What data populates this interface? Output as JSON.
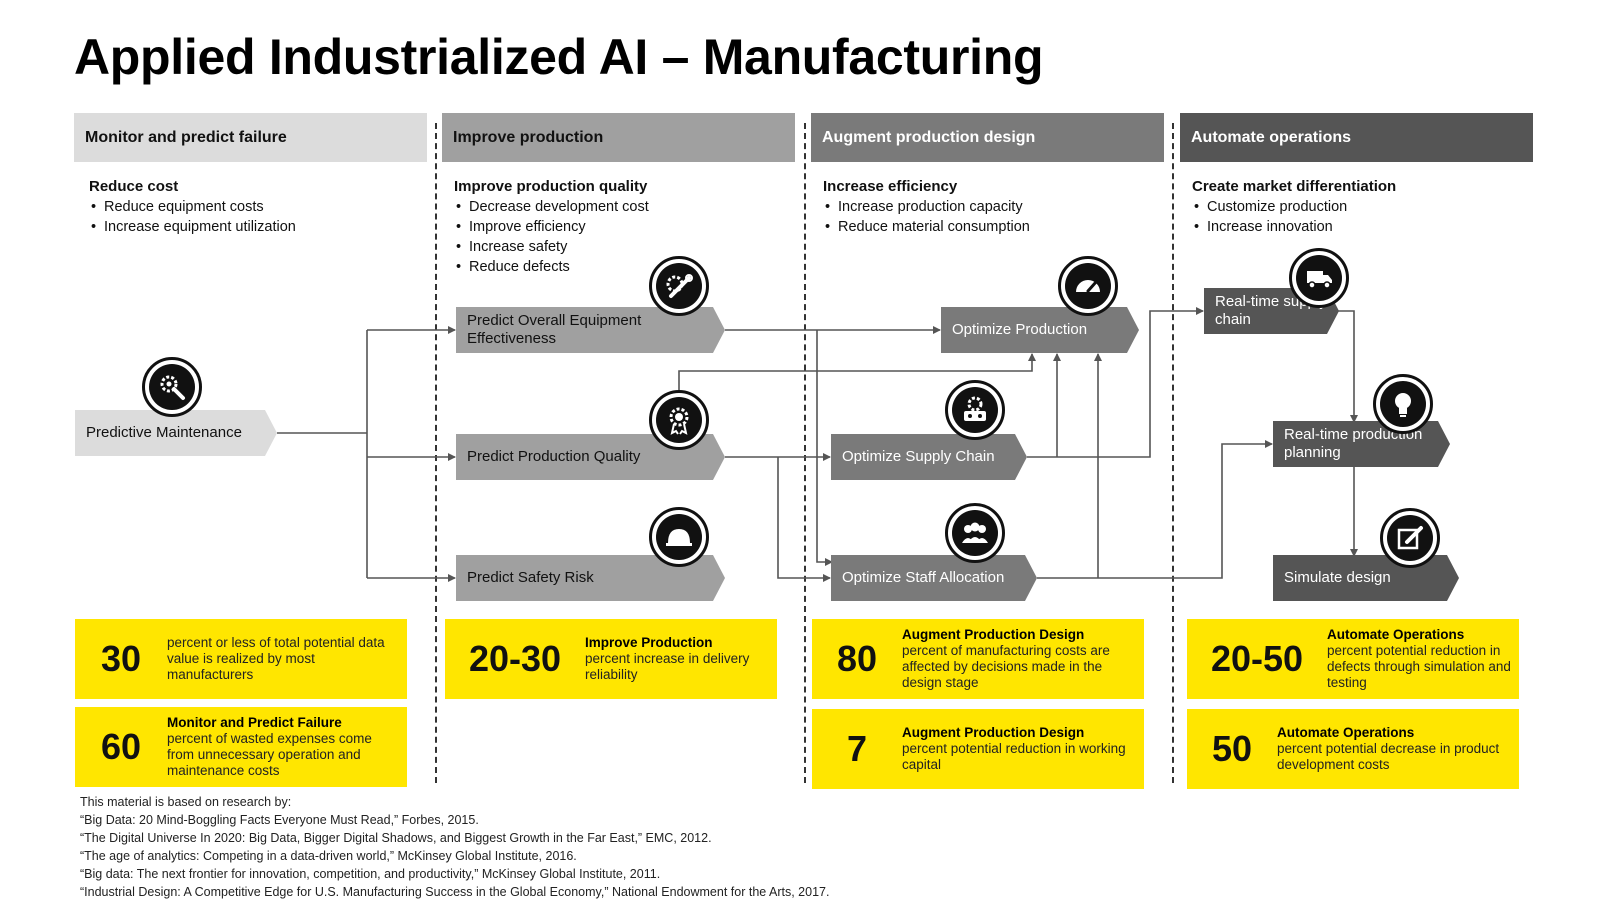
{
  "title": "Applied Industrialized AI – Manufacturing",
  "columns": [
    {
      "header": "Monitor and predict failure",
      "goal": "Reduce cost",
      "bullets": [
        "Reduce equipment costs",
        "Increase equipment utilization"
      ]
    },
    {
      "header": "Improve production",
      "goal": "Improve production quality",
      "bullets": [
        "Decrease development cost",
        "Improve efficiency",
        "Increase safety",
        "Reduce defects"
      ]
    },
    {
      "header": "Augment production design",
      "goal": "Increase efficiency",
      "bullets": [
        "Increase production capacity",
        "Reduce material consumption"
      ]
    },
    {
      "header": "Automate operations",
      "goal": "Create market differentiation",
      "bullets": [
        "Customize production",
        "Increase innovation"
      ]
    }
  ],
  "nodes": {
    "predictive_maintenance": "Predictive Maintenance",
    "predict_oee": "Predict Overall Equipment Effectiveness",
    "predict_quality": "Predict Production Quality",
    "predict_safety": "Predict Safety Risk",
    "optimize_production": "Optimize Production",
    "optimize_supply_chain": "Optimize Supply Chain",
    "optimize_staff": "Optimize Staff Allocation",
    "realtime_supply": "Real-time supply chain",
    "realtime_planning": "Real-time production planning",
    "simulate_design": "Simulate design"
  },
  "icons": [
    "gears-wrench-icon",
    "wrench-gear-icon",
    "award-ribbon-icon",
    "hard-hat-icon",
    "speedometer-icon",
    "factory-gear-icon",
    "team-people-icon",
    "delivery-truck-icon",
    "lightbulb-icon",
    "edit-pencil-icon"
  ],
  "stats": [
    {
      "number": "30",
      "heading": "",
      "text": "percent or less of total potential data value is realized by most manufacturers"
    },
    {
      "number": "60",
      "heading": "Monitor and Predict Failure",
      "text": "percent of wasted expenses come from unnecessary operation and maintenance costs"
    },
    {
      "number": "20-30",
      "heading": "Improve Production",
      "text": "percent increase in delivery reliability"
    },
    {
      "number": "80",
      "heading": "Augment Production Design",
      "text": "percent of manufacturing costs are affected by decisions made in the design stage"
    },
    {
      "number": "7",
      "heading": "Augment Production Design",
      "text": "percent potential reduction in working capital"
    },
    {
      "number": "20-50",
      "heading": "Automate Operations",
      "text": "percent potential reduction in defects through simulation and testing"
    },
    {
      "number": "50",
      "heading": "Automate Operations",
      "text": "percent potential decrease in product development costs"
    }
  ],
  "footnotes": [
    "This material is based on research by:",
    "“Big Data: 20 Mind-Boggling Facts Everyone Must Read,” Forbes, 2015.",
    "“The Digital Universe In 2020: Big Data, Bigger Digital Shadows, and Biggest Growth in the Far East,” EMC, 2012.",
    "“The age of analytics: Competing in a data-driven world,” McKinsey Global Institute, 2016.",
    "“Big data: The next frontier for innovation, competition, and productivity,” McKinsey Global Institute, 2011.",
    "“Industrial Design: A Competitive Edge for U.S. Manufacturing Success in the Global Economy,” National Endowment for the Arts, 2017."
  ],
  "colors": {
    "yellow": "#ffe600",
    "gray1": "#dcdcdc",
    "gray2": "#a0a0a0",
    "gray3": "#7a7a7a",
    "gray4": "#555555"
  }
}
